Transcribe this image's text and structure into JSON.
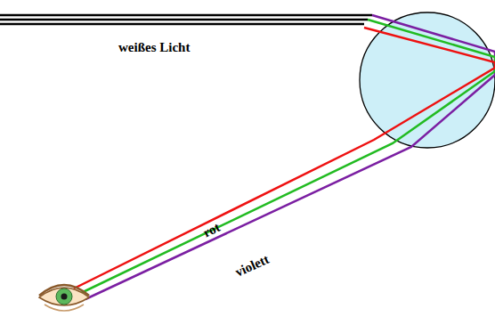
{
  "diagram": {
    "labels": [
      "weißes Licht",
      "rot",
      "violett"
    ]
  }
}
